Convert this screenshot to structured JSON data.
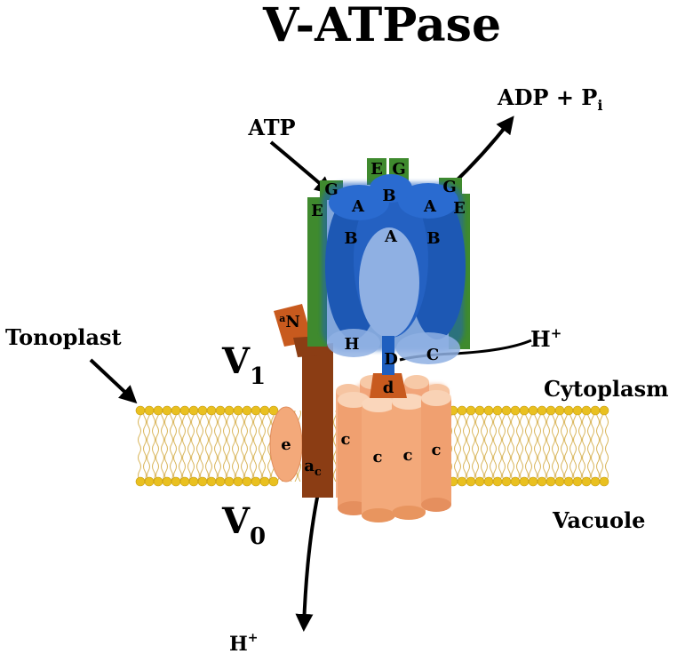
{
  "title": "V-ATPase",
  "labels": {
    "atp": "ATP",
    "adp": "ADP + P",
    "adp_sub": "i",
    "h_right": "H",
    "h_right_sup": "+",
    "h_bottom": "H",
    "h_bottom_sup": "+",
    "tonoplast": "Tonoplast",
    "v1": "V",
    "v1_sub": "1",
    "v0": "V",
    "v0_sub": "0",
    "cytoplasm": "Cytoplasm",
    "vacuole": "Vacuole"
  },
  "subunits": {
    "g_left": "G",
    "e_left": "E",
    "e_top": "E",
    "g_top": "G",
    "b_top": "B",
    "g_right": "G",
    "e_right": "E",
    "a_left": "A",
    "a_right": "A",
    "a_center": "A",
    "b_left": "B",
    "b_right": "B",
    "h": "H",
    "c_big": "C",
    "d_upper": "D",
    "d_lower": "d",
    "a_n": "N",
    "a_n_sup": "a",
    "a_c": "a",
    "a_c_sub": "c",
    "e_small": "e",
    "c_left": "c",
    "c_1": "c",
    "c_2": "c",
    "c_3": "c"
  },
  "colors": {
    "v1_blue": "#1f5fbf",
    "light_blue": "#8fb0e3",
    "green": "#3f8a2e",
    "brown": "#8b3d14",
    "orange_brown": "#c85a1e",
    "peach": "#f3a97a",
    "lipid_head": "#e9c020"
  }
}
